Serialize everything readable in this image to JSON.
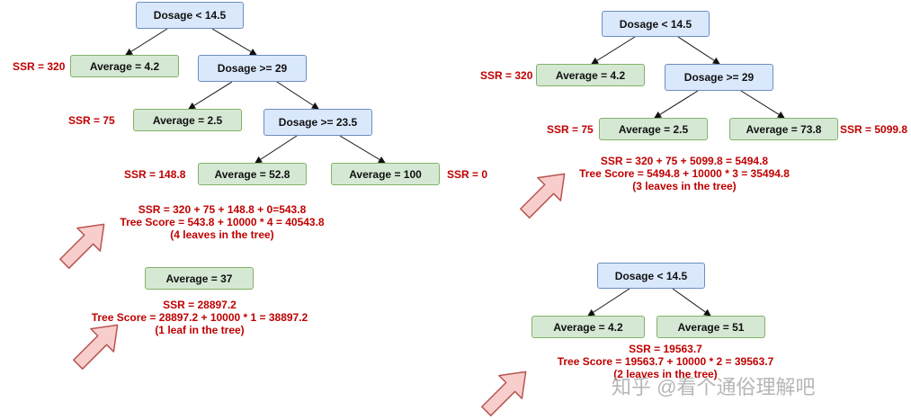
{
  "colors": {
    "decision_fill": "#dae8fc",
    "decision_border": "#6c8ebf",
    "leaf_fill": "#d5e8d4",
    "leaf_border": "#82b366",
    "annotation": "#c00000",
    "arrow_fill": "#f8cecc",
    "arrow_border": "#b85450"
  },
  "tree_a": {
    "nodes": {
      "root": "Dosage < 14.5",
      "leaf1": "Average = 4.2",
      "split2": "Dosage >= 29",
      "leaf2": "Average = 2.5",
      "split3": "Dosage >= 23.5",
      "leaf3": "Average = 52.8",
      "leaf4": "Average = 100"
    },
    "ssr_labels": {
      "leaf1": "SSR = 320",
      "leaf2": "SSR = 75",
      "leaf3": "SSR = 148.8",
      "leaf4": "SSR = 0"
    },
    "summary": [
      "SSR = 320 + 75 + 148.8 + 0=543.8",
      "Tree Score = 543.8 + 10000 * 4 = 40543.8",
      "(4 leaves in the tree)"
    ]
  },
  "tree_b": {
    "nodes": {
      "root": "Dosage < 14.5",
      "leaf1": "Average = 4.2",
      "split2": "Dosage >= 29",
      "leaf2": "Average = 2.5",
      "leaf3": "Average = 73.8"
    },
    "ssr_labels": {
      "leaf1": "SSR = 320",
      "leaf2": "SSR = 75",
      "leaf3": "SSR = 5099.8"
    },
    "summary": [
      "SSR = 320 + 75 + 5099.8 = 5494.8",
      "Tree Score = 5494.8 + 10000 * 3 = 35494.8",
      "(3 leaves in the tree)"
    ]
  },
  "tree_c": {
    "nodes": {
      "leaf": "Average = 37"
    },
    "summary": [
      "SSR = 28897.2",
      "Tree Score = 28897.2 + 10000 * 1 = 38897.2",
      "(1 leaf in the tree)"
    ]
  },
  "tree_d": {
    "nodes": {
      "root": "Dosage < 14.5",
      "leaf1": "Average = 4.2",
      "leaf2": "Average = 51"
    },
    "summary": [
      "SSR = 19563.7",
      "Tree Score = 19563.7 + 10000 * 2 = 39563.7",
      "(2 leaves in the tree)"
    ]
  },
  "watermark": "知乎 @看个通俗理解吧"
}
